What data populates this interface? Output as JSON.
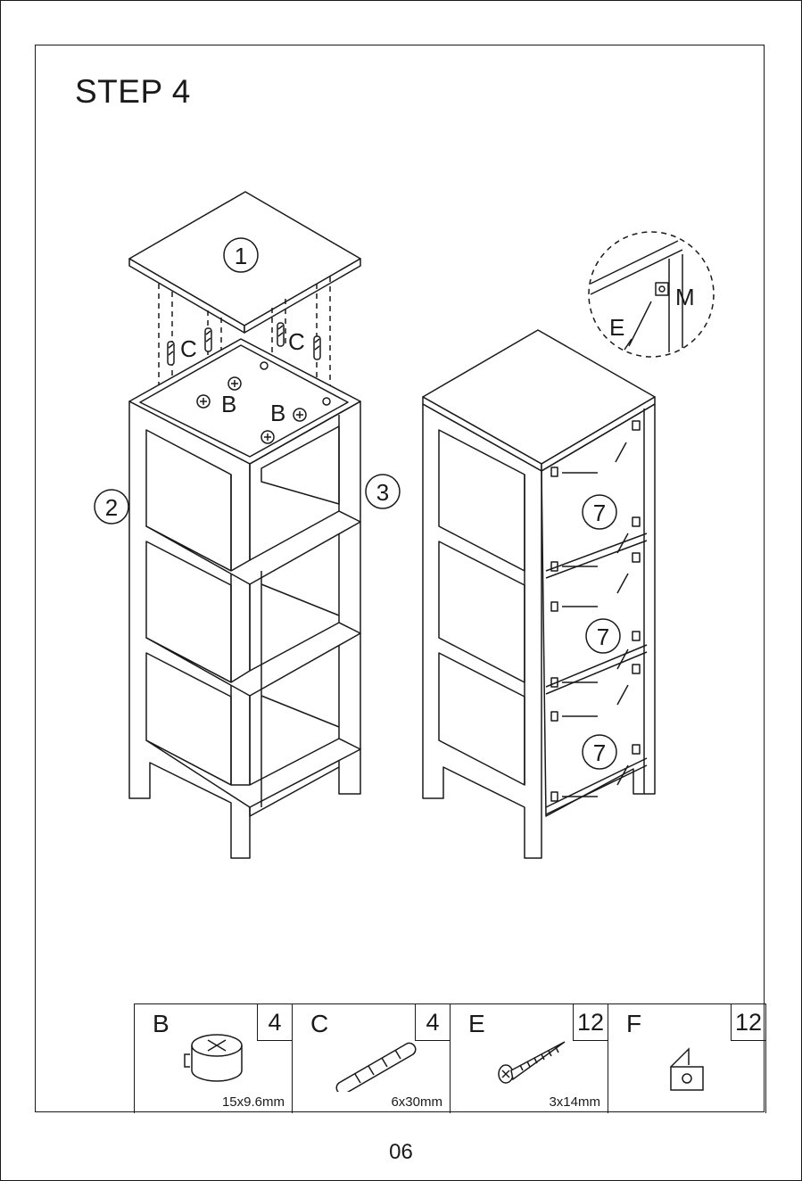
{
  "step_title": "STEP 4",
  "callouts": {
    "part_1": "1",
    "part_2": "2",
    "part_3": "3",
    "part_7": "7",
    "C": "C",
    "B": "B",
    "E": "E",
    "M": "M"
  },
  "parts": [
    {
      "letter": "B",
      "qty": "4",
      "size": "15x9.6mm",
      "icon": "cam-lock-icon"
    },
    {
      "letter": "C",
      "qty": "4",
      "size": "6x30mm",
      "icon": "wooden-dowel-icon"
    },
    {
      "letter": "E",
      "qty": "12",
      "size": "3x14mm",
      "icon": "screw-icon"
    },
    {
      "letter": "F",
      "qty": "12",
      "size": "",
      "icon": "bracket-icon"
    }
  ],
  "page_number": "06"
}
